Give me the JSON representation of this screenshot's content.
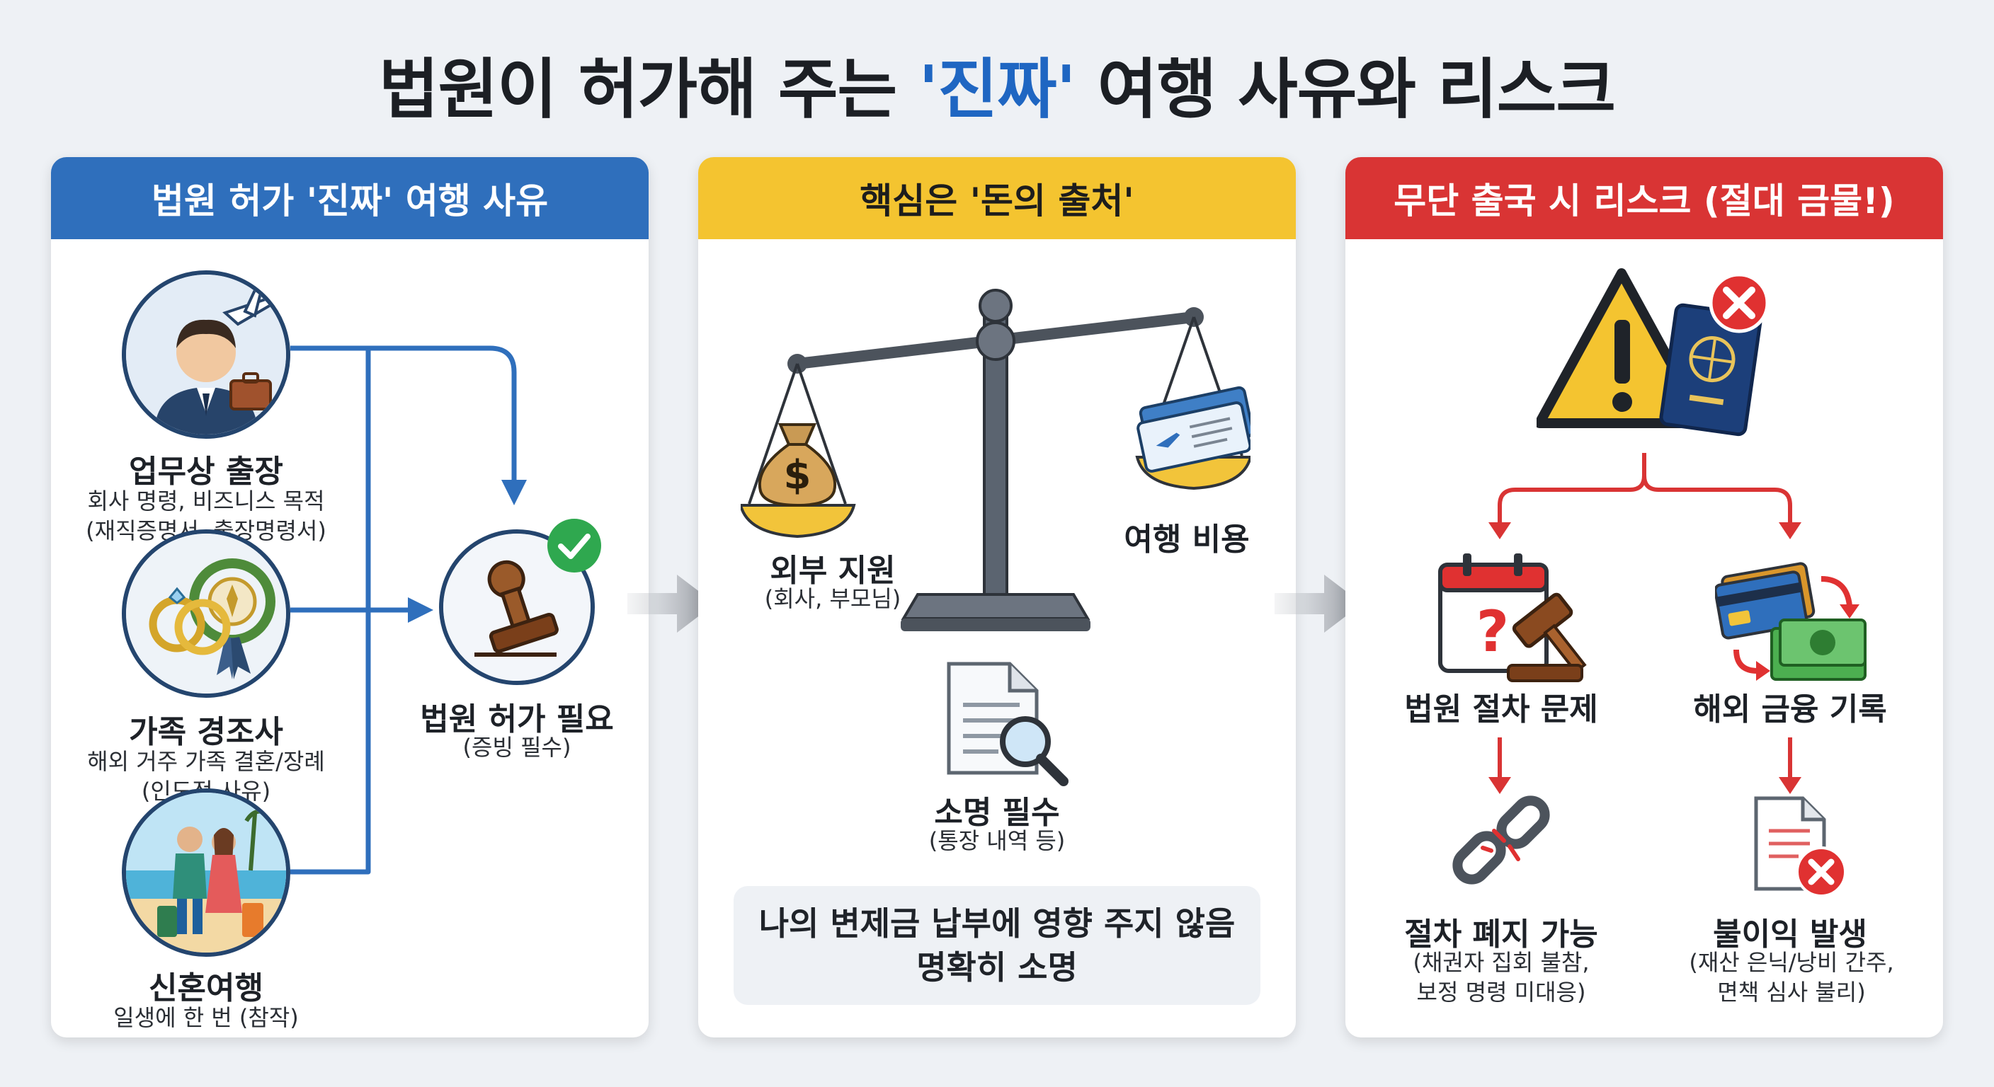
{
  "title": {
    "prefix": "법원이 허가해 주는 ",
    "highlight": "'진짜'",
    "suffix": " 여행 사유와 리스크"
  },
  "panels": {
    "reasons": {
      "header": "법원 허가 '진짜' 여행 사유",
      "items": [
        {
          "label": "업무상 출장",
          "desc1": "회사 명령, 비즈니스 목적",
          "desc2": "(재직증명서, 출장명령서)",
          "icon": "businessman-airplane-icon"
        },
        {
          "label": "가족 경조사",
          "desc1": "해외 거주 가족 결혼/장례",
          "desc2": "(인도적 사유)",
          "icon": "wedding-rings-wreath-icon"
        },
        {
          "label": "신혼여행",
          "desc1": "일생에 한 번 (참작)",
          "desc2": "",
          "icon": "couple-beach-icon"
        }
      ],
      "result": {
        "label": "법원 허가 필요",
        "desc": "(증빙 필수)",
        "icon": "approval-stamp-icon"
      }
    },
    "money": {
      "header": "핵심은 '돈의 출처'",
      "left_label": "외부 지원",
      "left_desc": "(회사, 부모님)",
      "right_label": "여행 비용",
      "proof_label": "소명 필수",
      "proof_desc": "(통장 내역 등)",
      "note_line1": "나의 변제금 납부에 영향 주지 않음",
      "note_line2": "명확히 소명"
    },
    "risk": {
      "header": "무단 출국 시 리스크 (절대 금물!)",
      "court_issue": "법원 절차 문제",
      "finance_record": "해외 금융 기록",
      "abolish_label": "절차 폐지 가능",
      "abolish_desc1": "(채권자 집회 불참,",
      "abolish_desc2": "보정 명령 미대응)",
      "disadv_label": "불이익 발생",
      "disadv_desc1": "(재산 은닉/낭비 간주,",
      "disadv_desc2": "면책 심사 불리)"
    }
  },
  "colors": {
    "blue": "#2f6fbc",
    "yellow": "#f4c430",
    "red": "#d93434",
    "navy": "#24456e"
  }
}
